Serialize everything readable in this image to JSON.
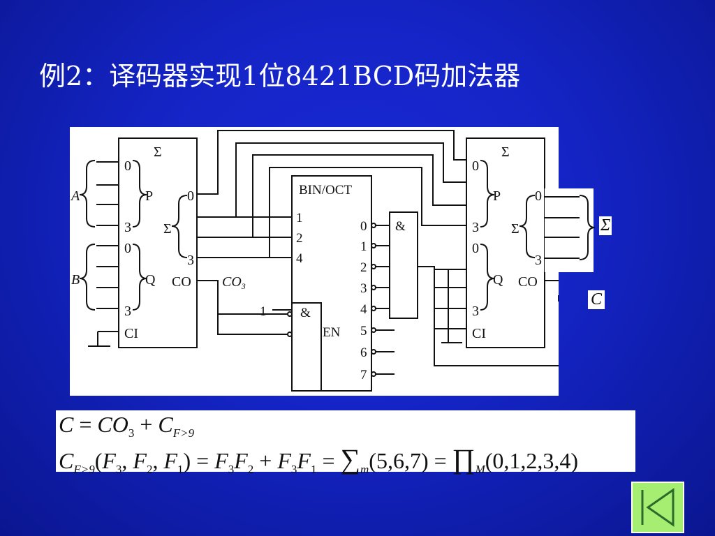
{
  "title": "例2：译码器实现1位8421BCD码加法器",
  "circuit": {
    "adder1": {
      "sigma": "Σ",
      "in_a_top": "0",
      "in_a_bottom": "3",
      "in_b_top": "0",
      "in_b_bottom": "3",
      "p": "P",
      "q": "Q",
      "ci": "CI",
      "sum_label": "Σ",
      "sum_top": "0",
      "sum_bottom": "3",
      "co": "CO"
    },
    "bus_a": "A",
    "bus_b": "B",
    "co3": "CO",
    "co3_sub": "3",
    "decoder": {
      "title": "BIN/OCT",
      "inputs": [
        "1",
        "2",
        "4"
      ],
      "outputs": [
        "0",
        "1",
        "2",
        "3",
        "4",
        "5",
        "6",
        "7"
      ],
      "amp": "&",
      "en": "EN",
      "const_one": "1"
    },
    "and_gate": "&",
    "adder2": {
      "sigma": "Σ",
      "in_a_top": "0",
      "in_a_bottom": "3",
      "in_b_top": "0",
      "in_b_bottom": "3",
      "p": "P",
      "q": "Q",
      "ci": "CI",
      "sum_label": "Σ",
      "sum_top": "0",
      "sum_bottom": "3",
      "co": "CO"
    },
    "out_sigma": "Σ",
    "out_c": "C"
  },
  "equations": {
    "eq1": {
      "c": "C",
      "eq": " = ",
      "co": "CO",
      "co_sub": "3",
      "plus": " + ",
      "cf": "C",
      "cf_sub": "F>9"
    },
    "eq2": {
      "cf": "C",
      "cf_sub": "F>9",
      "open": "(",
      "f3": "F",
      "f3_sub": "3",
      "comma1": ", ",
      "f2": "F",
      "f2_sub": "2",
      "comma2": ", ",
      "f1": "F",
      "f1_sub": "1",
      "close": ")",
      "eq": " = ",
      "t1a": "F",
      "t1a_sub": "3",
      "t1b": "F",
      "t1b_sub": "2",
      "plus": " + ",
      "t2a": "F",
      "t2a_sub": "3",
      "t2b": "F",
      "t2b_sub": "1",
      "eq2": " = ",
      "sum": "∑",
      "sum_sub": "m",
      "minterms": "(5,6,7)",
      "eq3": " = ",
      "prod": "∏",
      "prod_sub": "M",
      "maxterms": "(0,1,2,3,4)"
    }
  },
  "colors": {
    "background": "#1424c4",
    "nav": "#a6ee72"
  },
  "nav_icon": "first-slide-icon"
}
